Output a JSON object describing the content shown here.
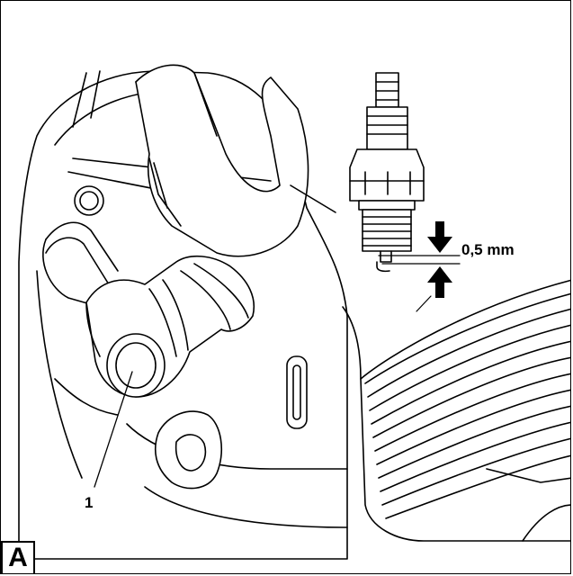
{
  "figure": {
    "letter": "A",
    "callouts": {
      "gap": "0,5 mm",
      "part_number": "1"
    }
  },
  "icons": {
    "arrow_down": "arrow-down-icon",
    "arrow_up": "arrow-up-icon"
  },
  "colors": {
    "line": "#000000",
    "background": "#ffffff"
  }
}
